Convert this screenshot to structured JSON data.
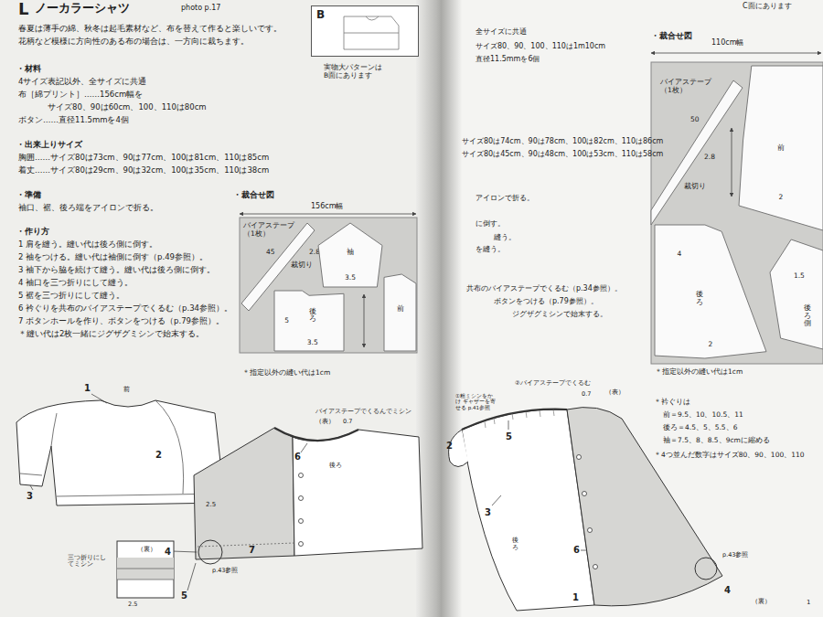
{
  "diagram": {
    "title": "ノーカラーシャツ",
    "nodes": [
      {
        "text": [
          "B"
        ]
      },
      {
        "text": [
          "袖",
          "3.5"
        ]
      },
      {
        "text": [
          "5",
          "後ろ",
          "3.5"
        ]
      },
      {
        "text": [
          "前"
        ]
      },
      {
        "text": [
          "前",
          "2"
        ]
      },
      {
        "text": [
          "4",
          "後ろ",
          "2"
        ]
      },
      {
        "text": [
          "1.5",
          "後ろ側"
        ]
      }
    ],
    "labels": [
      "L",
      "photo p.17",
      "春夏は薄手の綿、秋冬は起毛素材など、布を替えて作ると楽しいです。",
      "花柄など模様に方向性のある布の場合は、一方向に裁ちます。",
      "・材料",
      "4サイズ表記以外、全サイズに共通",
      "布［綿プリント］……156cm幅を",
      "サイズ80、90は60cm、100、110は80cm",
      "ボタン……直径11.5mmを4個",
      "・出来上りサイズ",
      "胸囲……サイズ80は73cm、90は77cm、100は81cm、110は85cm",
      "着丈……サイズ80は29cm、90は32cm、100は35cm、110は38cm",
      "・準備",
      "袖口、裾、後ろ端をアイロンで折る。",
      "・作り方",
      "1 肩を縫う。縫い代は後ろ側に倒す。",
      "2 袖をつける。縫い代は袖側に倒す（p.49参照）。",
      "3 袖下から脇を続けて縫う。縫い代は後ろ側に倒す。",
      "4 袖口を三つ折りにして縫う。",
      "5 裾を三つ折りにして縫う。",
      "6 衿ぐりを共布のバイアステープでくるむ（p.34参照）。",
      "7 ボタンホールを作り、ボタンをつける（p.79参照）。",
      "＊縫い代は2枚一緒にジグザグミシンで始末する。",
      "実物大パターンは B面にあります",
      "・裁合せ図",
      "156cm幅",
      "バイアステープ（1枚）",
      "45",
      "2.8",
      "裁切り",
      "＊指定以外の縫い代は1cm",
      "1",
      "前",
      "2",
      "3",
      "6",
      "バイアステープでくるんでミシン",
      "0.7",
      "（表）",
      "後ろ",
      "2.5",
      "4",
      "7",
      "p.43参照",
      "5",
      "（裏）",
      "三つ折りにしてミシン",
      "2.5",
      "C面にあります",
      "全サイズに共通",
      "サイズ80、90、100、110は1m10cm",
      "直径11.5mmを6個",
      "サイズ80は74cm、90は78cm、100は82cm、110は86cm",
      "サイズ80は45cm、90は48cm、100は53cm、110は58cm",
      "アイロンで折る。",
      "に倒す。",
      "縫う。",
      "を縫う。",
      "共布のバイアステープでくるむ（p.34参照）。",
      "ボタンをつける（p.79参照）。",
      "ジグザグミシンで始末する。",
      "・裁合せ図",
      "110cm幅",
      "バイアステープ（1枚）",
      "50",
      "2.8",
      "裁切り",
      "裁切り",
      "＊指定以外の縫い代は1cm",
      "＊衿ぐりは",
      "前＝9.5、10、10.5、11",
      "後ろ＝4.5、5、5.5、6",
      "袖＝7.5、8、8.5、9cmに縮める",
      "＊4つ並んだ数字はサイズ80、90、100、110",
      "②バイアステープでくるむ",
      "0.7",
      "（表）",
      "①粗ミシンをかけ ギャザーを寄せる p.41参照",
      "2",
      "5",
      "3",
      "後ろ",
      "6",
      "1",
      "4",
      "p.43参照",
      "（裏）",
      "1"
    ]
  }
}
